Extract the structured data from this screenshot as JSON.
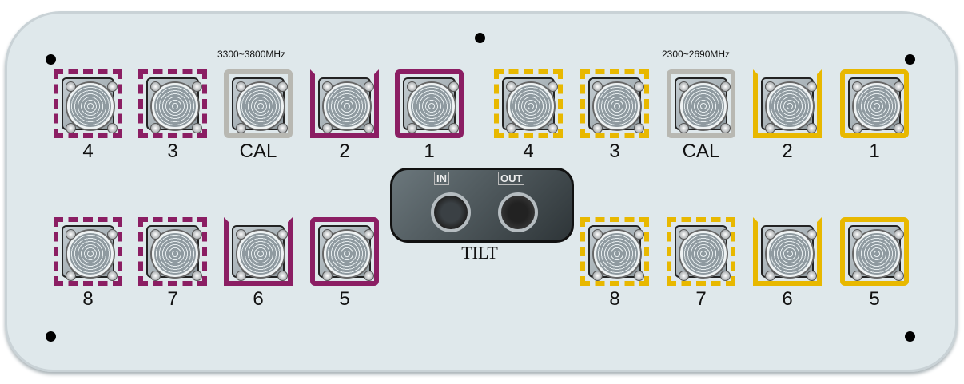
{
  "bands": {
    "left": {
      "label": "3300~3800MHz",
      "color": "#8b1e63"
    },
    "right": {
      "label": "2300~2690MHz",
      "color": "#e8b800"
    }
  },
  "cal_color": "#b8b8b2",
  "connectors": {
    "left_top": [
      "4",
      "3",
      "CAL",
      "2",
      "1"
    ],
    "left_bottom": [
      "8",
      "7",
      "6",
      "5"
    ],
    "right_top": [
      "4",
      "3",
      "CAL",
      "2",
      "1"
    ],
    "right_bottom": [
      "8",
      "7",
      "6",
      "5"
    ]
  },
  "tilt": {
    "label": "TILT",
    "in": "IN",
    "out": "OUT"
  }
}
